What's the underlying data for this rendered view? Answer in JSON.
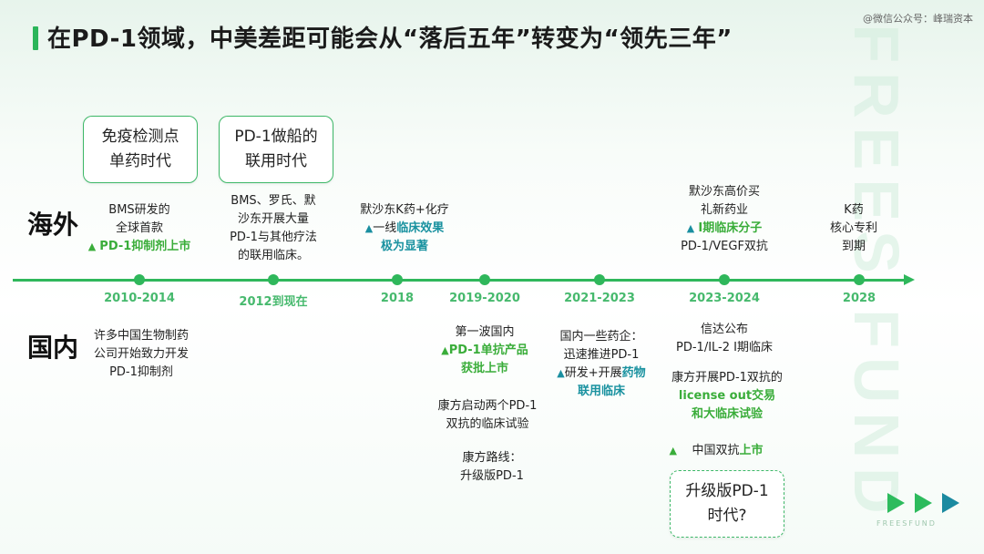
{
  "header": {
    "title": "在PD-1领域，中美差距可能会从“落后五年”转变为“领先三年”",
    "watermark": "@微信公众号：峰瑞资本"
  },
  "brand": {
    "vertical_text": "FREES FUND",
    "logo_sub": "FREESFUND"
  },
  "labels": {
    "overseas": "海外",
    "domestic": "国内"
  },
  "eras": [
    {
      "line1": "免疫检测点",
      "line2": "单药时代"
    },
    {
      "line1": "PD-1做船的",
      "line2": "联用时代"
    },
    {
      "line1": "升级版PD-1",
      "line2": "时代?"
    }
  ],
  "timeline": {
    "years": [
      "2010-2014",
      "2012到现在",
      "2018",
      "2019-2020",
      "2021-2023",
      "2023-2024",
      "2028"
    ]
  },
  "overseas": {
    "e1": {
      "l1": "BMS研发的",
      "l2": "全球首款",
      "l3": "PD-1抑制剂上市"
    },
    "e2": {
      "l1": "BMS、罗氏、默",
      "l2": "沙东开展大量",
      "l3": "PD-1与其他疗法",
      "l4": "的联用临床。"
    },
    "e3": {
      "l1": "默沙东K药+化疗",
      "l2a": "一线",
      "l2b": "临床效果",
      "l3": "极为显著"
    },
    "e4": {
      "l1": "默沙东高价买",
      "l2": "礼新药业",
      "l3": "I期临床分子",
      "l4": "PD-1/VEGF双抗"
    },
    "e5": {
      "l1": "K药",
      "l2": "核心专利",
      "l3": "到期"
    }
  },
  "domestic": {
    "e1": {
      "l1": "许多中国生物制药",
      "l2": "公司开始致力开发",
      "l3": "PD-1抑制剂"
    },
    "e2": {
      "l1": "第一波国内",
      "l2": "PD-1单抗产品",
      "l3": "获批上市"
    },
    "e3": {
      "l1": "康方启动两个PD-1",
      "l2": "双抗的临床试验"
    },
    "e4": {
      "l1": "康方路线：",
      "l2": "升级版PD-1"
    },
    "e5": {
      "l1": "国内一些药企：",
      "l2": "迅速推进PD-1",
      "l3a": "研发+开展",
      "l3b": "药物",
      "l4": "联用临床"
    },
    "e6": {
      "l1": "信达公布",
      "l2": "PD-1/IL-2 I期临床"
    },
    "e7": {
      "l1": "康方开展PD-1双抗的",
      "l2": "license out交易",
      "l3": "和大临床试验"
    },
    "e8": {
      "l1": "中国双抗",
      "l2": "上市"
    }
  },
  "colors": {
    "accent_green": "#2fb75b",
    "highlight_green": "#3aad3a",
    "teal": "#1a92a0"
  },
  "icons": [
    "triangle-up-icon",
    "play-arrow-icon"
  ]
}
